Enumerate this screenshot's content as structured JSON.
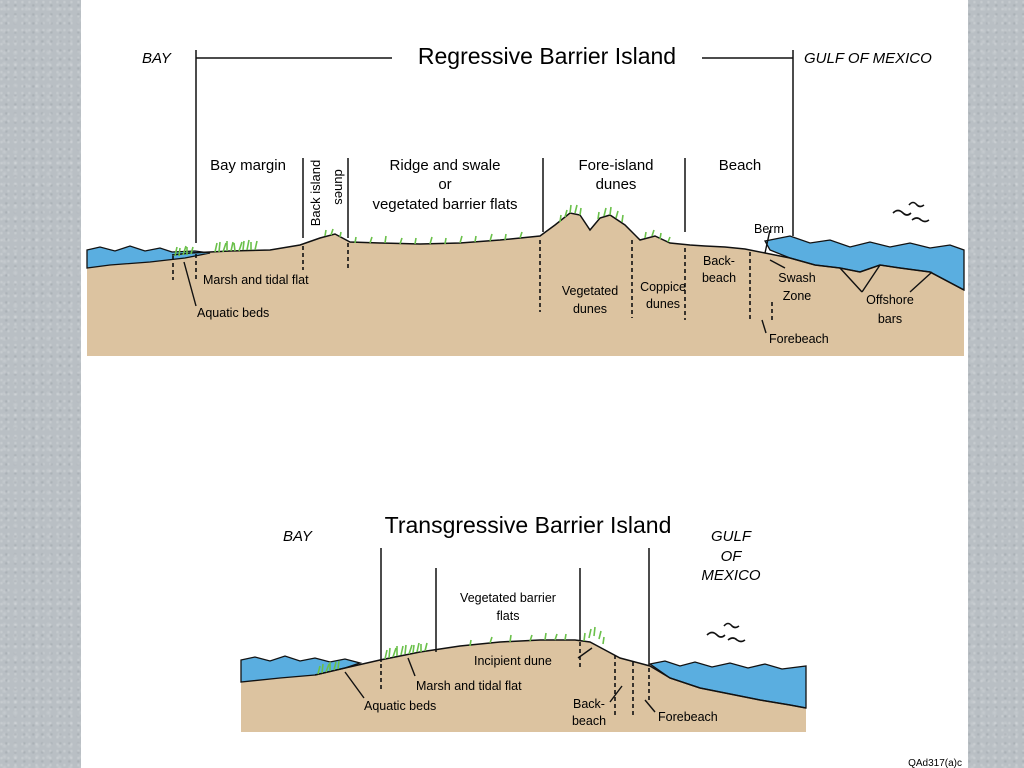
{
  "top": {
    "title": "Regressive Barrier Island",
    "left_label": "BAY",
    "right_label": "GULF OF MEXICO",
    "zone_bay_margin": "Bay margin",
    "zone_back_island": "Back island",
    "zone_back_island_2": "dunes",
    "zone_ridge_1": "Ridge and swale",
    "zone_ridge_2": "or",
    "zone_ridge_3": "vegetated barrier flats",
    "zone_fore_1": "Fore-island",
    "zone_fore_2": "dunes",
    "zone_beach": "Beach",
    "berm": "Berm",
    "backbeach_1": "Back-",
    "backbeach_2": "beach",
    "marsh": "Marsh and tidal flat",
    "aquatic": "Aquatic beds",
    "vegetated_1": "Vegetated",
    "vegetated_2": "dunes",
    "coppice_1": "Coppice",
    "coppice_2": "dunes",
    "swash_1": "Swash",
    "swash_2": "Zone",
    "offshore_1": "Offshore",
    "offshore_2": "bars",
    "forebeach": "Forebeach"
  },
  "bottom": {
    "title": "Transgressive Barrier Island",
    "left_label": "BAY",
    "right_1": "GULF",
    "right_2": "OF",
    "right_3": "MEXICO",
    "vegetated_1": "Vegetated barrier",
    "vegetated_2": "flats",
    "incipient": "Incipient dune",
    "marsh": "Marsh and tidal flat",
    "aquatic": "Aquatic beds",
    "backbeach_1": "Back-",
    "backbeach_2": "beach",
    "forebeach": "Forebeach"
  },
  "figure_code": "QAd317(a)c",
  "colors": {
    "sand": "#dcc3a0",
    "water": "#5aaee0",
    "vegetation": "#6ac04a",
    "background": "#b9bfc4"
  }
}
